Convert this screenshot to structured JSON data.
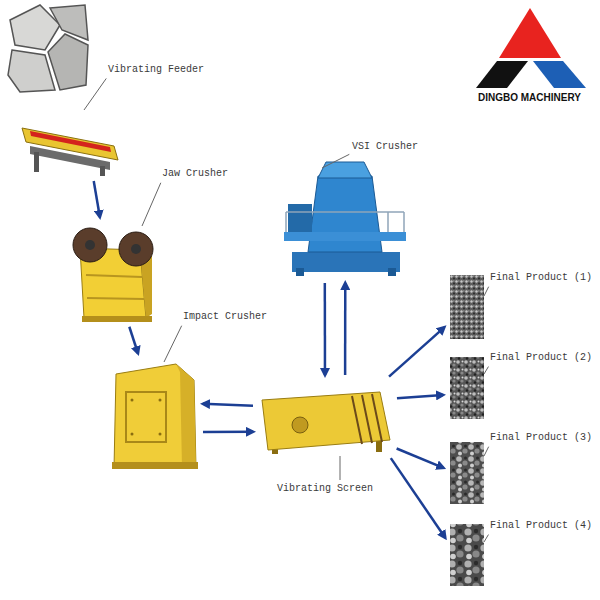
{
  "diagram": {
    "nodes": [
      {
        "text": [
          "Vibrating Feeder"
        ]
      },
      {
        "text": [
          "Jaw Crusher"
        ]
      },
      {
        "text": [
          "VSI Crusher"
        ]
      },
      {
        "text": [
          "Impact Crusher"
        ]
      },
      {
        "text": [
          "Vibrating Screen"
        ]
      },
      {
        "text": [
          "Final Product (1)"
        ]
      },
      {
        "text": [
          "Final Product (2)"
        ]
      },
      {
        "text": [
          "Final Product (3)"
        ]
      },
      {
        "text": [
          "Final Product (4)"
        ]
      }
    ],
    "edges": [
      {
        "from": 0,
        "to": 1,
        "arrow": "to"
      },
      {
        "from": 1,
        "to": 3,
        "arrow": "to"
      },
      {
        "from": 3,
        "to": 4,
        "arrow": "to"
      },
      {
        "from": 4,
        "to": 3,
        "arrow": "to"
      },
      {
        "from": 2,
        "to": 4,
        "arrow": "to"
      },
      {
        "from": 4,
        "to": 2,
        "arrow": "to"
      },
      {
        "from": 4,
        "to": 5,
        "arrow": "to"
      },
      {
        "from": 4,
        "to": 6,
        "arrow": "to"
      },
      {
        "from": 4,
        "to": 7,
        "arrow": "to"
      },
      {
        "from": 4,
        "to": 8,
        "arrow": "to"
      }
    ],
    "labels": [
      "DINGBO MACHINERY"
    ]
  }
}
